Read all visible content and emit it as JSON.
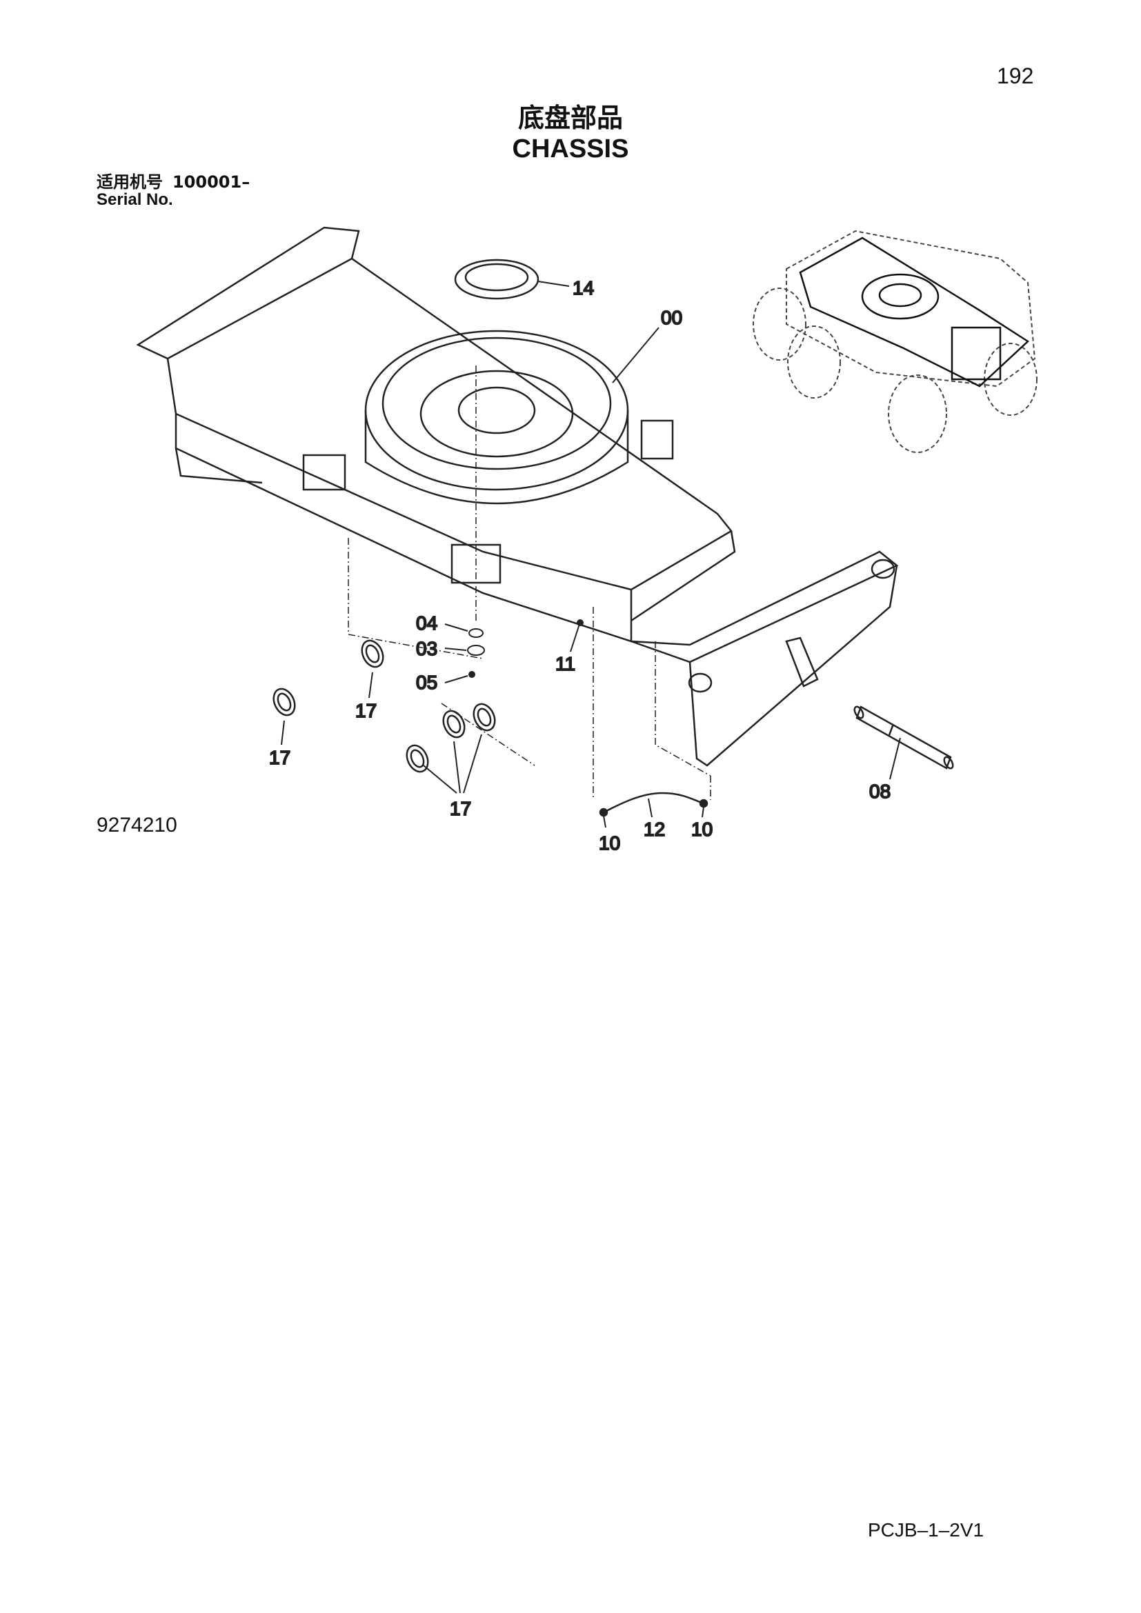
{
  "page_number": "192",
  "title_cn": "底盘部品",
  "title_en": "CHASSIS",
  "serial": {
    "label_cn": "适用机号",
    "value": "100001–",
    "label_en": "Serial No."
  },
  "drawing_number": "9274210",
  "doc_code": "PCJB–1–2V1",
  "callouts": {
    "c14": "14",
    "c00": "00",
    "c04": "04",
    "c03": "03",
    "c05": "05",
    "c11": "11",
    "c17a": "17",
    "c17b": "17",
    "c17c": "17",
    "c08": "08",
    "c12": "12",
    "c10a": "10",
    "c10b": "10"
  }
}
